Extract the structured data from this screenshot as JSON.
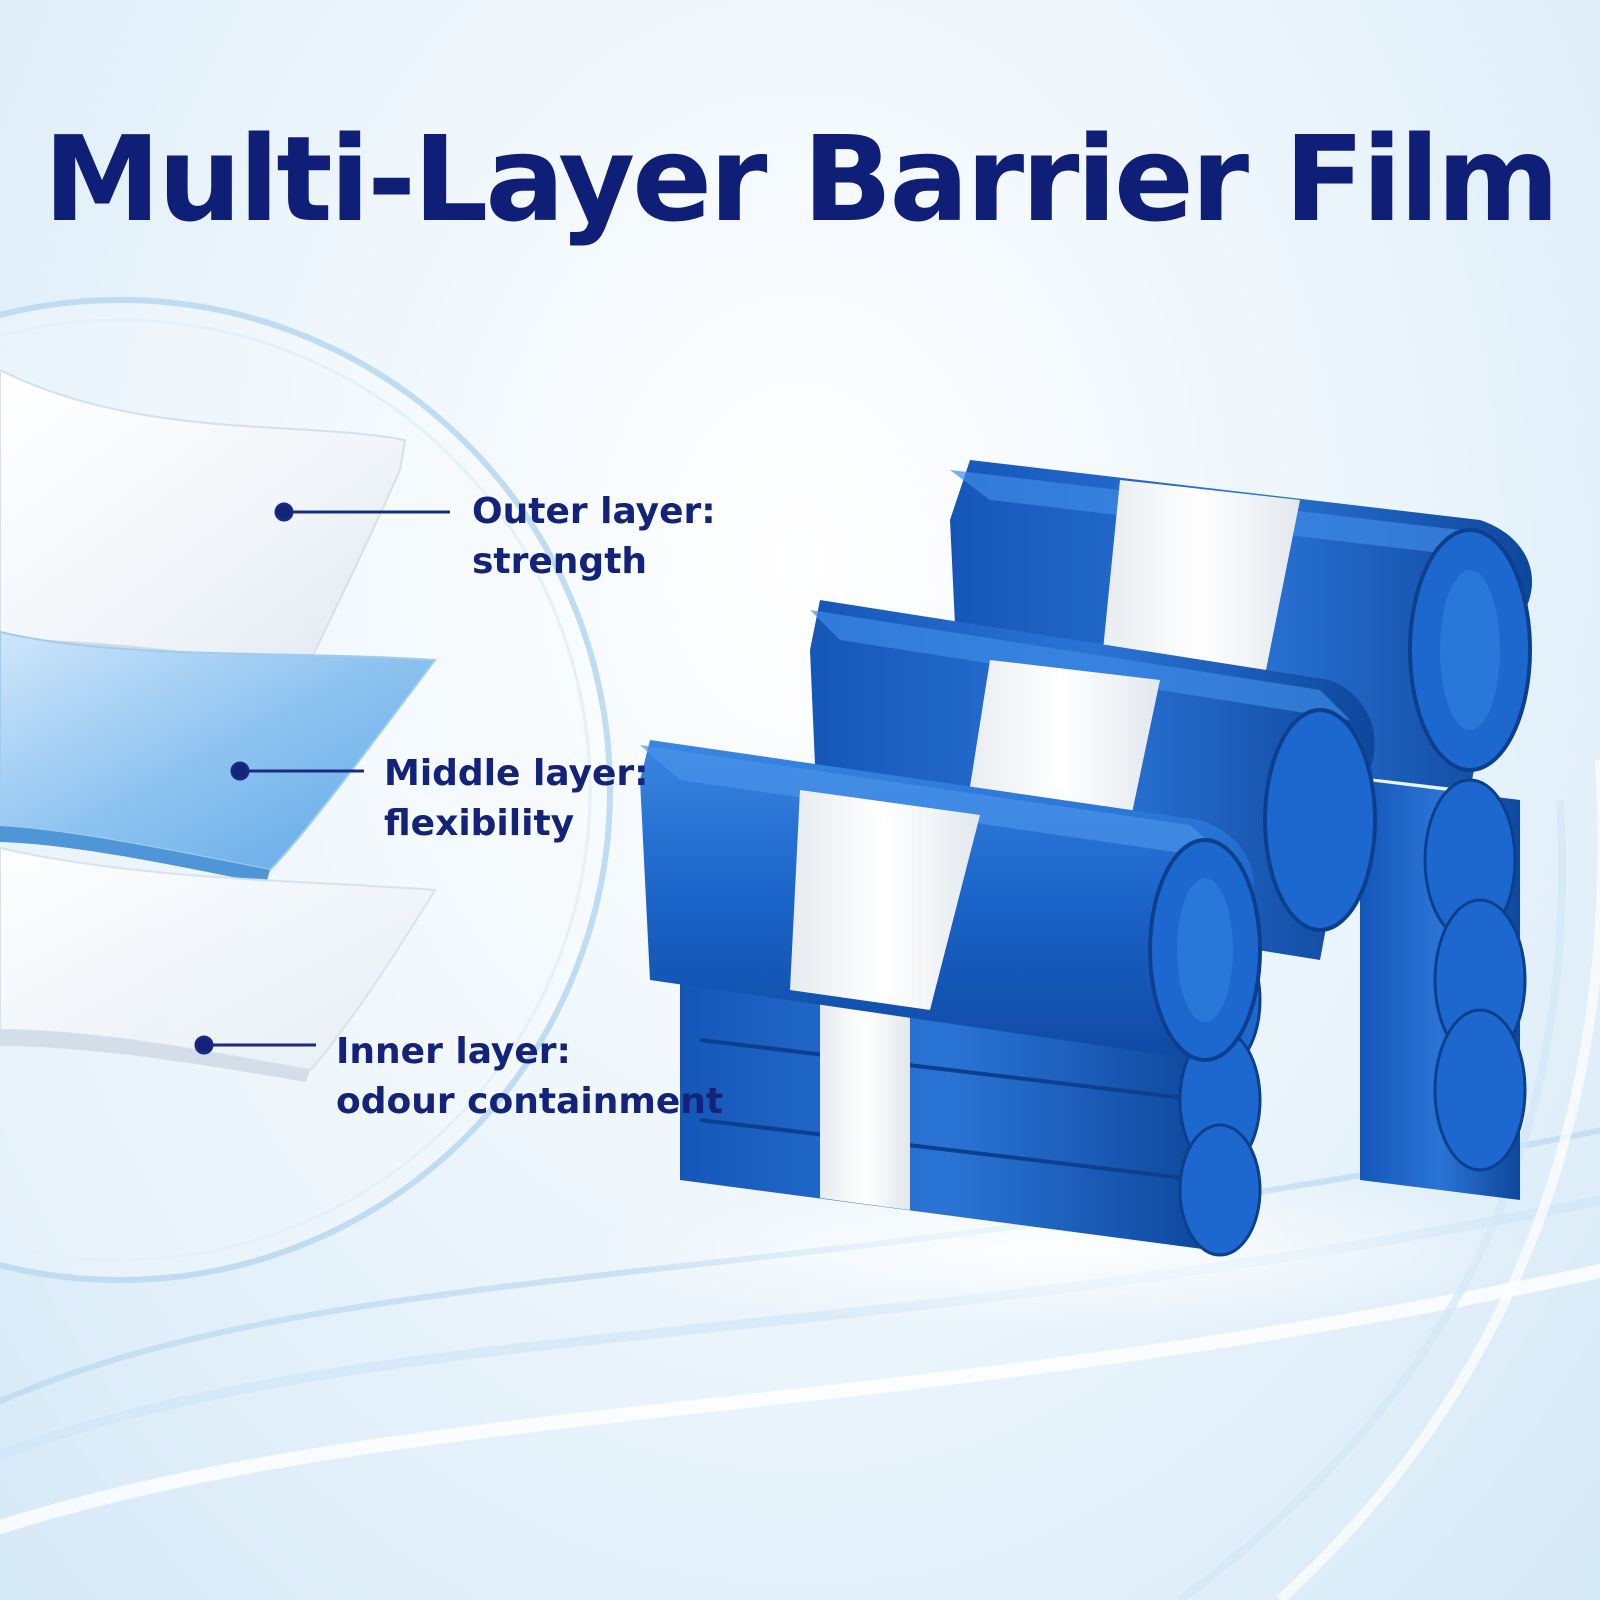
{
  "headline": "Multi-Layer Barrier Film",
  "layers": [
    {
      "title": "Outer layer:",
      "desc": "strength"
    },
    {
      "title": "Middle layer:",
      "desc": "flexibility"
    },
    {
      "title": "Inner layer:",
      "desc": "odour containment"
    }
  ],
  "colors": {
    "headline": "#0f1f78",
    "callout_text": "#14237a",
    "bag_blue": "#1a63c8",
    "band_white": "#f4f6f8",
    "middle_layer": "#8ec3f0"
  },
  "icons": [
    "layer-stack-illustration",
    "bag-roll-stack-illustration"
  ]
}
